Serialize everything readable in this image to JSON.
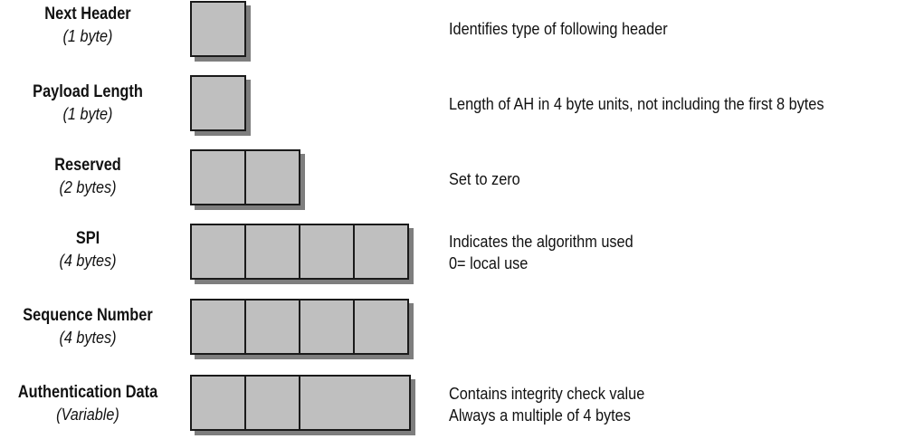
{
  "fields": [
    {
      "name": "Next Header",
      "size": "(1 byte)",
      "cells": [
        1
      ],
      "description": [
        "Identifies type of following header"
      ]
    },
    {
      "name": "Payload Length",
      "size": "(1 byte)",
      "cells": [
        1
      ],
      "description": [
        "Length of AH in 4 byte units, not including the first 8 bytes"
      ]
    },
    {
      "name": "Reserved",
      "size": "(2 bytes)",
      "cells": [
        1,
        1
      ],
      "description": [
        "Set to zero"
      ]
    },
    {
      "name": "SPI",
      "size": "(4 bytes)",
      "cells": [
        1,
        1,
        1,
        1
      ],
      "description": [
        "Indicates the algorithm used",
        "0= local use"
      ]
    },
    {
      "name": "Sequence Number",
      "size": "(4 bytes)",
      "cells": [
        1,
        1,
        1,
        1
      ],
      "description": []
    },
    {
      "name": "Authentication Data",
      "size": "(Variable)",
      "cells": [
        1,
        1,
        2
      ],
      "description": [
        "Contains integrity check value",
        "Always a multiple of 4 bytes"
      ]
    }
  ],
  "colors": {
    "cell_fill": "#bfbfbf",
    "cell_border": "#1a1a1a",
    "shadow": "#7e7e7e"
  }
}
